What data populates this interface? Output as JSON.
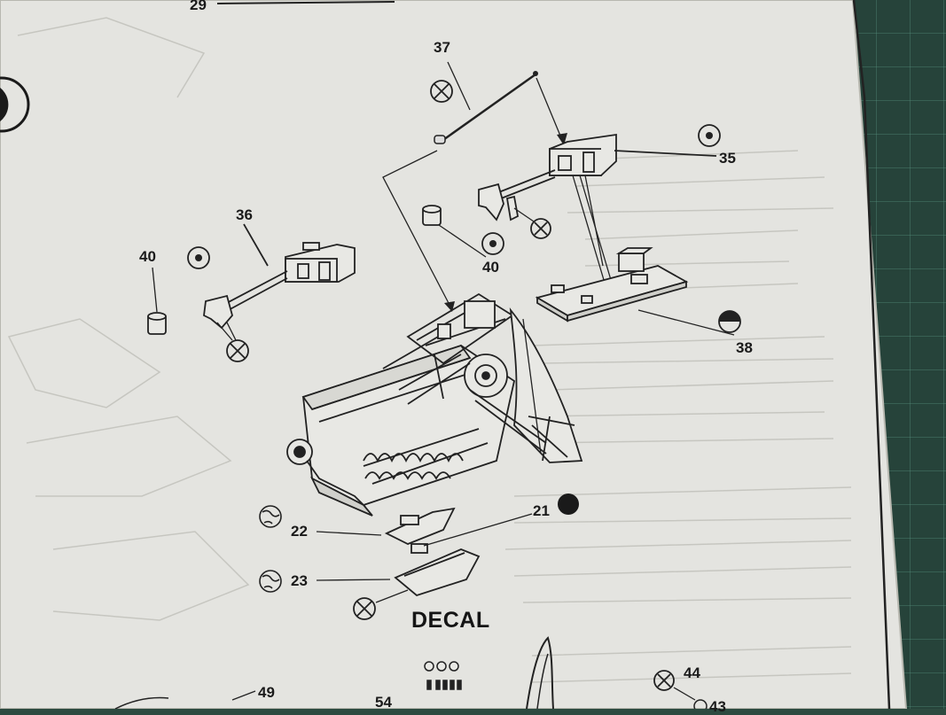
{
  "colors": {
    "paper": "#e4e4e0",
    "ink": "#1f1f1f",
    "cutting_mat": "#26433a"
  },
  "callouts": {
    "step": "29",
    "p37": "37",
    "p35": "35",
    "p36": "36",
    "p40_left": "40",
    "p40_mid": "40",
    "p38": "38",
    "p21": "21",
    "p22": "22",
    "p23": "23",
    "p49": "49",
    "p54": "54",
    "p44": "44",
    "p43": "43"
  },
  "decal": {
    "title": "DECAL"
  },
  "paint_symbols": [
    {
      "id": "p37-symbol",
      "icon": "crossed-circle-icon"
    },
    {
      "id": "p35-symbol",
      "icon": "dotted-circle-icon"
    },
    {
      "id": "p40-left-symbol",
      "icon": "dotted-circle-icon"
    },
    {
      "id": "p40-mid-symbol",
      "icon": "dotted-circle-icon"
    },
    {
      "id": "p38-symbol",
      "icon": "half-filled-circle-icon"
    },
    {
      "id": "p21-symbol",
      "icon": "filled-circle-icon"
    },
    {
      "id": "p22-symbol",
      "icon": "globe-circle-icon"
    },
    {
      "id": "p23-symbol",
      "icon": "globe-circle-icon"
    },
    {
      "id": "p44-symbol",
      "icon": "crossed-circle-icon"
    }
  ]
}
